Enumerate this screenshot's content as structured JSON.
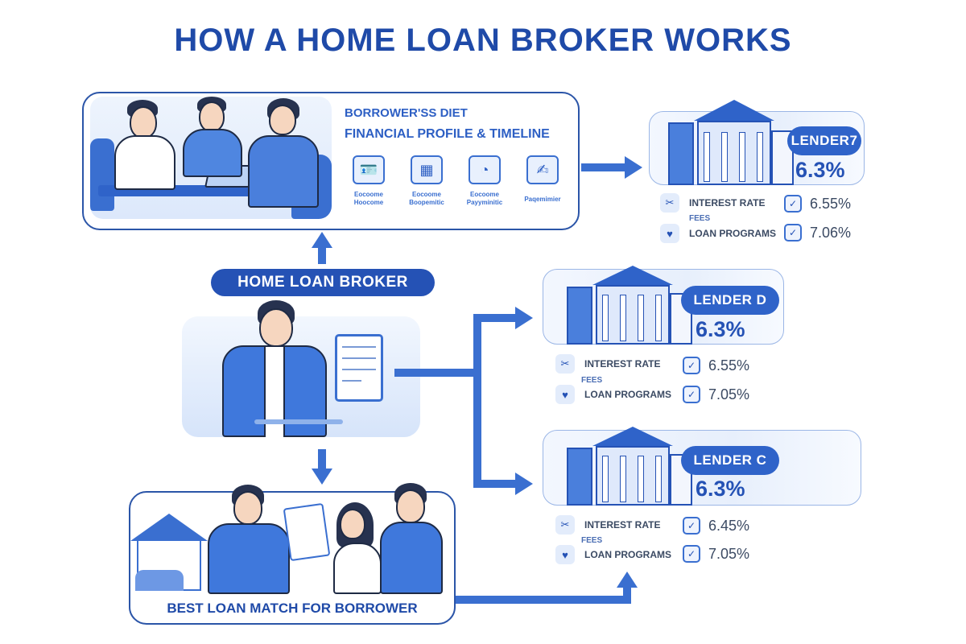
{
  "title": "HOW A HOME LOAN BROKER WORKS",
  "colors": {
    "primary": "#1f4aa8",
    "accent": "#3a6fd0",
    "pill": "#2552b5",
    "card_bg": "#eef4fd",
    "text_dark": "#3b4a63"
  },
  "borrower": {
    "heading": "BORROWER'SS DIET",
    "subheading": "FINANCIAL PROFILE & TIMELINE",
    "documents": [
      {
        "icon": "id-card-icon",
        "glyph": "🪪",
        "label_line1": "Eocoome",
        "label_line2": "Hoocome"
      },
      {
        "icon": "spreadsheet-icon",
        "glyph": "▦",
        "label_line1": "Eocoome",
        "label_line2": "Boopemitic"
      },
      {
        "icon": "payment-icon",
        "glyph": "◔",
        "label_line1": "Eocoome",
        "label_line2": "Payyminitic"
      },
      {
        "icon": "signature-icon",
        "glyph": "✍",
        "label_line1": "Paqemimier",
        "label_line2": ""
      }
    ]
  },
  "broker": {
    "label": "HOME LOAN BROKER"
  },
  "match": {
    "label": "BEST LOAN MATCH FOR BORROWER"
  },
  "lenders": [
    {
      "name": "LENDER7",
      "headline_rate": "6.3%",
      "metrics": {
        "interest_rate_label": "INTEREST RATE",
        "fees_label": "FEES",
        "loan_programs_label": "LOAN PROGRAMS",
        "interest_rate_value": "6.55%",
        "loan_programs_value": "7.06%"
      }
    },
    {
      "name": "LENDER D",
      "headline_rate": "6.3%",
      "metrics": {
        "interest_rate_label": "INTEREST RATE",
        "fees_label": "FEES",
        "loan_programs_label": "LOAN PROGRAMS",
        "interest_rate_value": "6.55%",
        "loan_programs_value": "7.05%"
      }
    },
    {
      "name": "LENDER C",
      "headline_rate": "6.3%",
      "metrics": {
        "interest_rate_label": "INTEREST RATE",
        "fees_label": "FEES",
        "loan_programs_label": "LOAN PROGRAMS",
        "interest_rate_value": "6.45%",
        "loan_programs_value": "7.05%"
      }
    }
  ]
}
